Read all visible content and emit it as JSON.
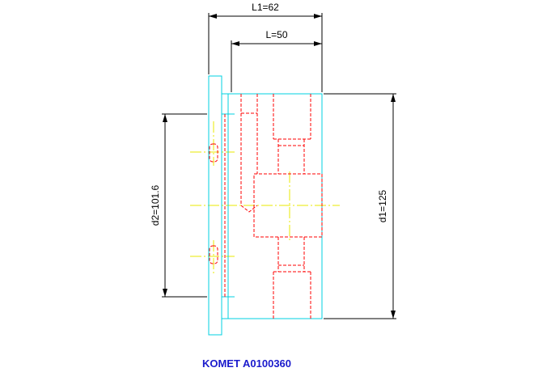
{
  "dimensions": {
    "overall_length": "L1=62",
    "body_length": "L=50",
    "outer_diameter": "d1=125",
    "pilot_diameter": "d2=101.6"
  },
  "caption": "KOMET A0100360",
  "colors": {
    "outline": "#00d0e0",
    "hidden": "#ff0000",
    "centerline": "#e8e800",
    "dimension": "#000000",
    "caption": "#1a1acc"
  }
}
